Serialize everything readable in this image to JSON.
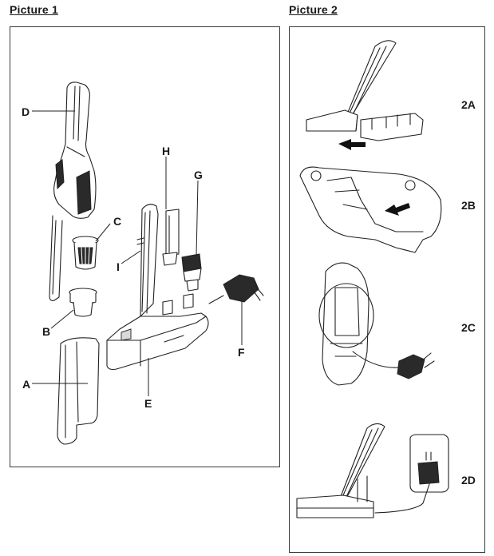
{
  "picture1": {
    "title": "Picture 1",
    "labels": {
      "A": "A",
      "B": "B",
      "C": "C",
      "D": "D",
      "E": "E",
      "F": "F",
      "G": "G",
      "H": "H",
      "I": "I"
    }
  },
  "picture2": {
    "title": "Picture 2",
    "steps": {
      "s2A": "2A",
      "s2B": "2B",
      "s2C": "2C",
      "s2D": "2D"
    }
  }
}
